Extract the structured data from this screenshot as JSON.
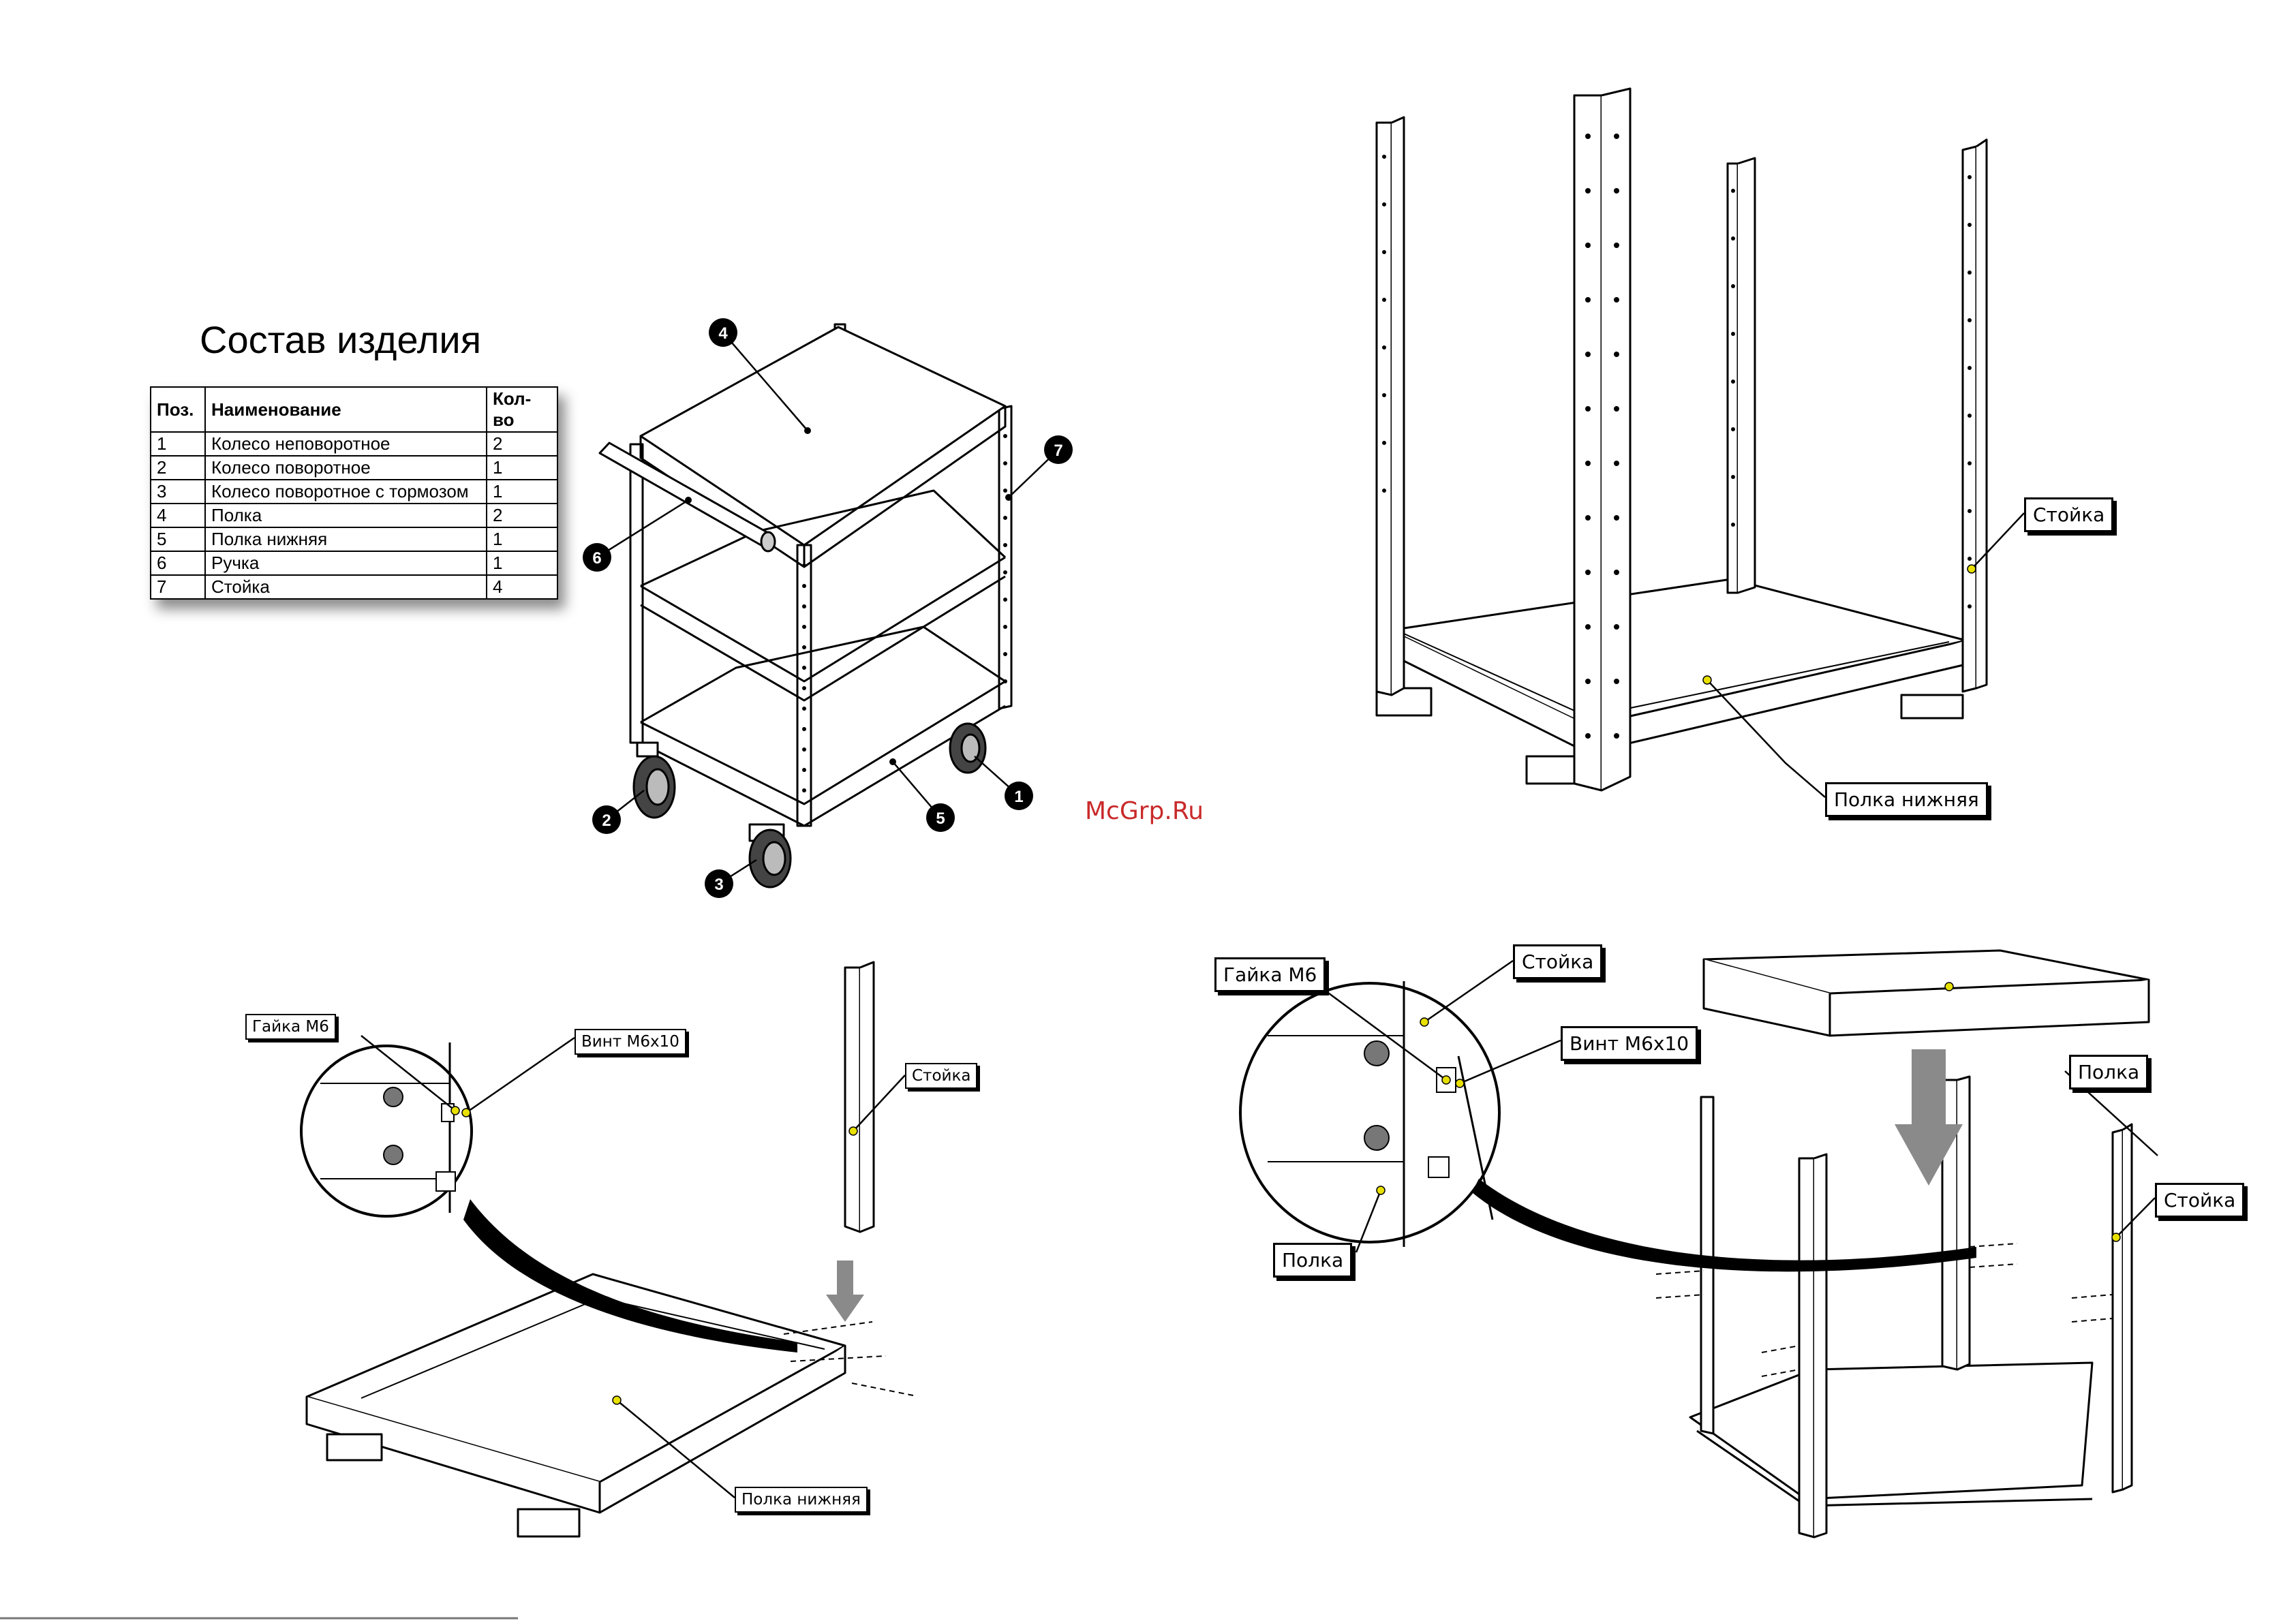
{
  "composition": {
    "title": "Состав изделия",
    "headers": {
      "pos": "Поз.",
      "name": "Наименование",
      "qty": "Кол-во"
    },
    "rows": [
      {
        "pos": "1",
        "name": "Колесо неповоротное",
        "qty": "2"
      },
      {
        "pos": "2",
        "name": "Колесо поворотное",
        "qty": "1"
      },
      {
        "pos": "3",
        "name": "Колесо поворотное с тормозом",
        "qty": "1"
      },
      {
        "pos": "4",
        "name": "Полка",
        "qty": "2"
      },
      {
        "pos": "5",
        "name": "Полка нижняя",
        "qty": "1"
      },
      {
        "pos": "6",
        "name": "Ручка",
        "qty": "1"
      },
      {
        "pos": "7",
        "name": "Стойка",
        "qty": "4"
      }
    ]
  },
  "cart_markers": [
    "1",
    "2",
    "3",
    "4",
    "5",
    "6",
    "7"
  ],
  "watermark": "McGrp.Ru",
  "callouts": {
    "top_right_post": "Стойка",
    "top_right_lower_shelf": "Полка нижняя",
    "bottom_left_nut": "Гайка М6",
    "bottom_left_screw": "Винт М6х10",
    "bottom_left_post": "Стойка",
    "bottom_left_lower_shelf": "Полка нижняя",
    "bottom_right_nut": "Гайка М6",
    "bottom_right_post_detail": "Стойка",
    "bottom_right_screw": "Винт М6х10",
    "bottom_right_shelf": "Полка",
    "bottom_right_shelf_detail": "Полка",
    "bottom_right_post": "Стойка"
  },
  "colors": {
    "ink": "#000000",
    "marker": "#e8e000",
    "watermark": "#c92a2a",
    "arrow": "#8a8a8a"
  }
}
